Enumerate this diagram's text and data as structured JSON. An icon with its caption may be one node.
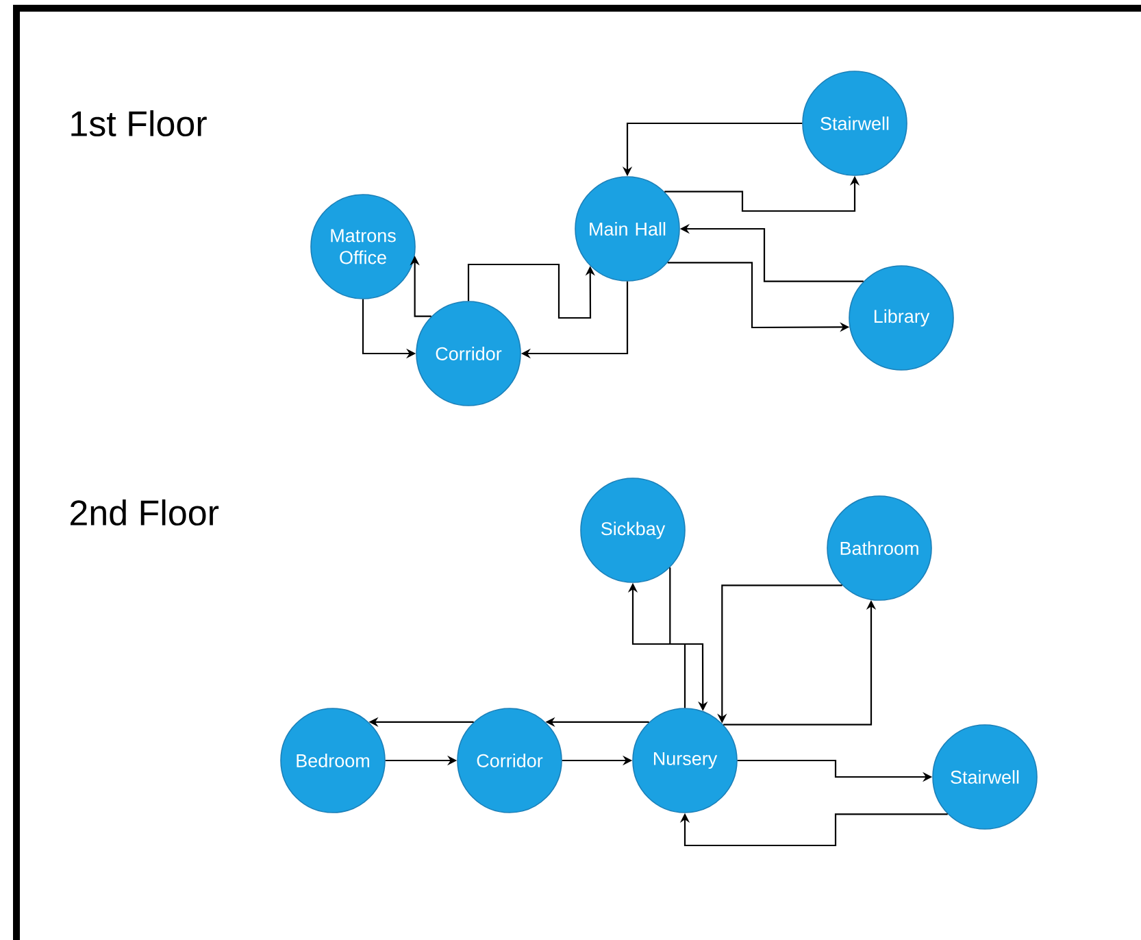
{
  "diagram": {
    "nodes": [
      {
        "text": [
          "Stairwell"
        ]
      },
      {
        "text": [
          "Matrons Office"
        ]
      },
      {
        "text": [
          "Main Hall"
        ]
      },
      {
        "text": [
          "Corridor"
        ]
      },
      {
        "text": [
          "Library"
        ]
      },
      {
        "text": [
          "Sickbay"
        ]
      },
      {
        "text": [
          "Bathroom"
        ]
      },
      {
        "text": [
          "Bedroom"
        ]
      },
      {
        "text": [
          "Corridor"
        ]
      },
      {
        "text": [
          "Nursery"
        ]
      },
      {
        "text": [
          "Stairwell"
        ]
      }
    ],
    "edges": [
      {
        "from": 0,
        "to": 2,
        "arrow": "to"
      },
      {
        "from": 2,
        "to": 0,
        "arrow": "to"
      },
      {
        "from": 4,
        "to": 2,
        "arrow": "to"
      },
      {
        "from": 2,
        "to": 4,
        "arrow": "to"
      },
      {
        "from": 2,
        "to": 3,
        "arrow": "to"
      },
      {
        "from": 3,
        "to": 2,
        "arrow": "to"
      },
      {
        "from": 3,
        "to": 1,
        "arrow": "to"
      },
      {
        "from": 1,
        "to": 3,
        "arrow": "to"
      },
      {
        "from": 7,
        "to": 8,
        "arrow": "to"
      },
      {
        "from": 8,
        "to": 9,
        "arrow": "to"
      },
      {
        "from": 9,
        "to": 8,
        "arrow": "to"
      },
      {
        "from": 8,
        "to": 7,
        "arrow": "to"
      },
      {
        "from": 9,
        "to": 5,
        "arrow": "to"
      },
      {
        "from": 5,
        "to": 9,
        "arrow": "to"
      },
      {
        "from": 6,
        "to": 9,
        "arrow": "to"
      },
      {
        "from": 9,
        "to": 6,
        "arrow": "to"
      },
      {
        "from": 9,
        "to": 10,
        "arrow": "to"
      },
      {
        "from": 10,
        "to": 9,
        "arrow": "to"
      }
    ],
    "labels": [
      "1st Floor",
      "2nd Floor"
    ]
  }
}
